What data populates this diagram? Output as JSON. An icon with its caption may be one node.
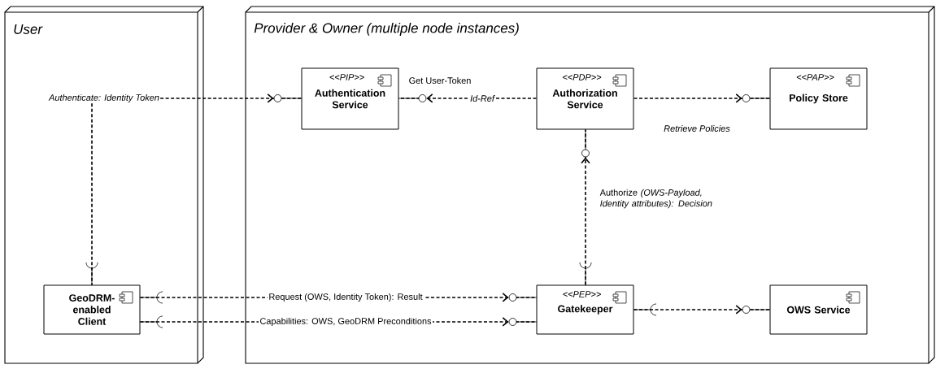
{
  "diagram": {
    "nodes": [
      {
        "text": [
          "User"
        ]
      },
      {
        "text": [
          "Provider & Owner (multiple node instances)"
        ]
      },
      {
        "text": [
          "<<PIP>>",
          "Authentication Service"
        ],
        "in": 1
      },
      {
        "text": [
          "<<PDP>>",
          "Authorization Service"
        ],
        "in": 1
      },
      {
        "text": [
          "<<PAP>>",
          "Policy Store"
        ],
        "in": 1
      },
      {
        "text": [
          "GeoDRM-enabled Client"
        ],
        "in": 0
      },
      {
        "text": [
          "<<PEP>>",
          "Gatekeeper"
        ],
        "in": 1
      },
      {
        "text": [
          "OWS Service"
        ],
        "in": 1
      },
      {
        "text": [
          "Authenticate: Identity Token"
        ],
        "in": 0
      }
    ],
    "edges": [
      {
        "from": 8,
        "to": 2,
        "arrow": "to",
        "style": "dashed"
      },
      {
        "from": 8,
        "to": 5,
        "arrow": "none",
        "style": "dashed"
      },
      {
        "from": 3,
        "to": 2,
        "arrow": "to",
        "style": "dashed",
        "label": "Id-Ref"
      },
      {
        "from": 3,
        "to": 4,
        "arrow": "to",
        "style": "dashed"
      },
      {
        "from": 6,
        "to": 3,
        "arrow": "to",
        "style": "dashed",
        "label": "Authorize *(OWS-Payload, Identity attributes): Decision*"
      },
      {
        "from": 5,
        "to": 6,
        "arrow": "to",
        "style": "dashed",
        "label": "Request (OWS, Identity Token): Result"
      },
      {
        "from": 5,
        "to": 6,
        "arrow": "to",
        "style": "dashed",
        "label": "Capabilities: OWS, GeoDRM Preconditions"
      },
      {
        "from": 6,
        "to": 7,
        "arrow": "to",
        "style": "dashed"
      }
    ],
    "labels": [
      "Get User-Token",
      "Retrieve Policies"
    ]
  }
}
